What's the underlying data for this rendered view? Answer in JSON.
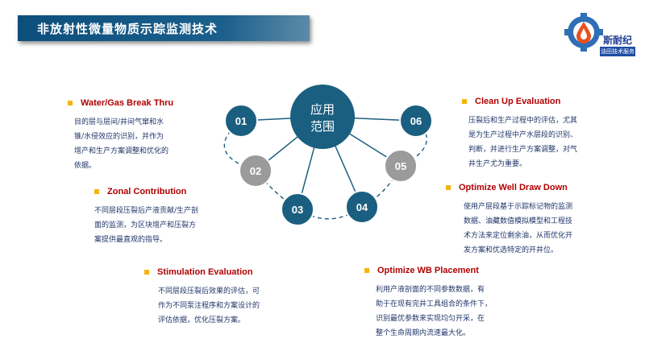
{
  "header": {
    "title": "非放射性微量物质示踪监测技术"
  },
  "logo": {
    "name": "斯耐纪",
    "subtitle": "油田技术服务"
  },
  "hub": {
    "line1": "应用",
    "line2": "范围"
  },
  "nodes": [
    "01",
    "02",
    "03",
    "04",
    "05",
    "06"
  ],
  "colors": {
    "node_dark": "#1b5f80",
    "node_gray": "#9b9b9b",
    "item_title": "#b10000",
    "bullet": "#f3b50c"
  },
  "items": [
    {
      "title": "Water/Gas Break Thru",
      "desc": [
        "目的层与层间/井间气窜和水",
        "锥/水侵效应的识别，并作为",
        "增产和生产方案调整和优化的",
        "依据。"
      ]
    },
    {
      "title": "Zonal Contribution",
      "desc": [
        "不同层段压裂后产液贡献/生产剖",
        "面的监测，为区块增产和压裂方",
        "案提供最直观的指导。"
      ]
    },
    {
      "title": "Stimulation Evaluation",
      "desc": [
        "不同层段压裂后效果的评估，可",
        "作为不同泵注程序和方案设计的",
        "评估依据，优化压裂方案。"
      ]
    },
    {
      "title": "Clean Up Evaluation",
      "desc": [
        "压裂后和生产过程中的评估，尤其",
        "是为生产过程中产水层段的识别、",
        "判断，并进行生产方案调整，对气",
        "井生产尤为重要。"
      ]
    },
    {
      "title": "Optimize Well Draw Down",
      "desc": [
        "使用产层段基于示踪标记物的监测",
        "数据、油藏数值模拟模型和工程技",
        "术方法来定位剩余油，从而优化开",
        "发方案和优选特定的开井位。"
      ]
    },
    {
      "title": "Optimize WB Placement",
      "desc": [
        "利用产液剖面的不同参数数据，有",
        "助于在现有完井工具组合的条件下，",
        "识别最优参数来实现均匀开采，在",
        "整个生命周期内流速最大化。"
      ]
    }
  ]
}
